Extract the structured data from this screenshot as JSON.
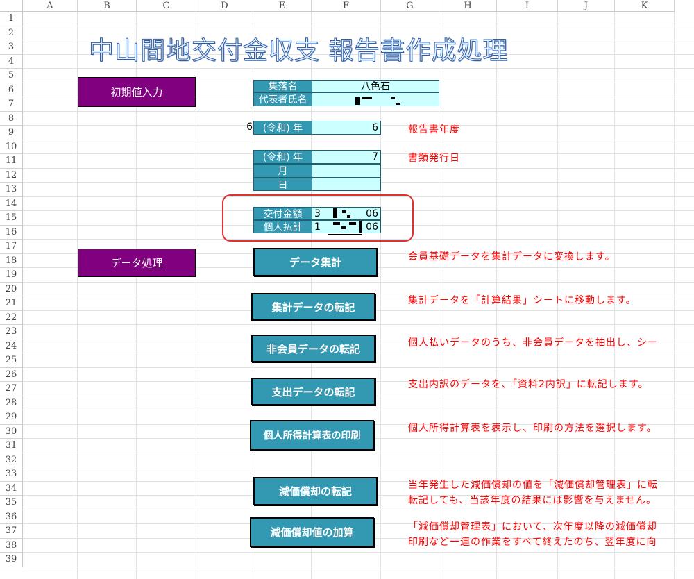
{
  "columns": [
    "A",
    "B",
    "C",
    "D",
    "E",
    "F",
    "G",
    "H",
    "I",
    "J",
    "K"
  ],
  "rows": [
    "1",
    "2",
    "3",
    "4",
    "5",
    "6",
    "7",
    "8",
    "9",
    "10",
    "11",
    "12",
    "13",
    "14",
    "15",
    "16",
    "17",
    "18",
    "19",
    "20",
    "21",
    "22",
    "23",
    "24",
    "25",
    "26",
    "27",
    "28",
    "29",
    "30",
    "31",
    "32",
    "33",
    "34",
    "35",
    "36",
    "37",
    "38",
    "39"
  ],
  "title": "中山間地交付金収支 報告書作成処理",
  "buttons": {
    "initial_input": "初期値入力",
    "data_processing": "データ処理",
    "data_aggregate": "データ集計",
    "transfer_aggregate": "集計データの転記",
    "transfer_nonmember": "非会員データの転記",
    "transfer_expense": "支出データの転記",
    "print_income": "個人所得計算表の印刷",
    "transfer_depreciation": "減価償却の転記",
    "add_depreciation": "減価償却値の加算"
  },
  "form": {
    "village_label": "集落名",
    "village_value": "八色石",
    "rep_label": "代表者氏名",
    "report_year_prefix": "6",
    "report_year_label": "(令和) 年",
    "report_year_value": "6",
    "report_year_note": "報告書年度",
    "issue_year_label": "(令和) 年",
    "issue_year_value": "7",
    "issue_date_note": "書類発行日",
    "month_label": "月",
    "day_label": "日",
    "grant_label": "交付金額",
    "grant_value_a": "3",
    "grant_value_b": "06",
    "personal_label": "個人払計",
    "personal_value_a": "1",
    "personal_value_b": "06"
  },
  "descriptions": {
    "d17": "会員基礎データを集計データに変換します。",
    "d20": "集計データを「計算結果」シートに移動します。",
    "d23": "個人払いデータのうち、非会員データを抽出し、シー",
    "d26": "支出内訳のデータを、「資料2内訳」に転記します。",
    "d29": "個人所得計算表を表示し、印刷の方法を選択します。",
    "d33": "当年発生した減価償却の値を「減価償却管理表」に転",
    "d34": "転記しても、当該年度の結果には影響を与えません。",
    "d36": "「減価償却管理表」において、次年度以降の減価償却",
    "d37": "印刷など一連の作業をすべて終えたのち、翌年度に向"
  }
}
